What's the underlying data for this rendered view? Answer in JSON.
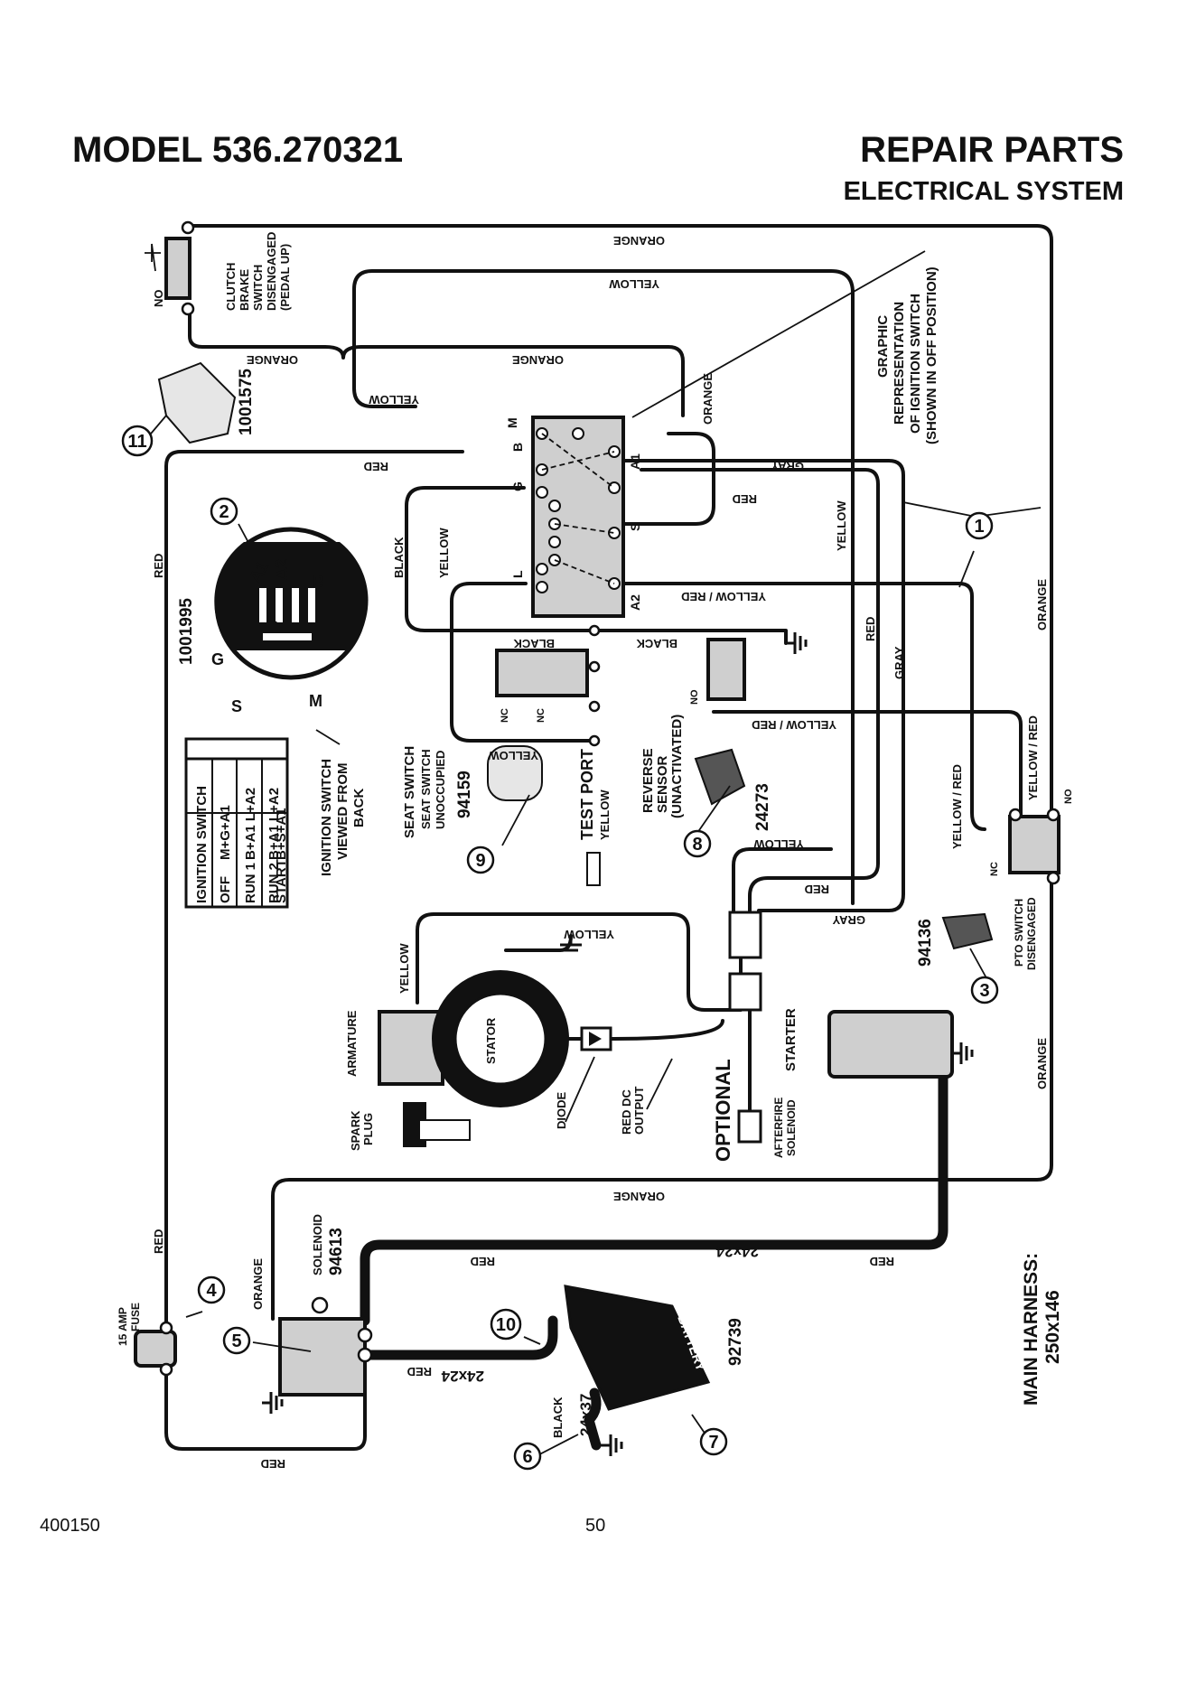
{
  "header": {
    "model": "MODEL 536.270321",
    "title": "REPAIR PARTS",
    "subtitle": "ELECTRICAL SYSTEM"
  },
  "footer": {
    "code": "400150",
    "page": "50"
  },
  "labels": {
    "clutch": [
      "CLUTCH",
      "BRAKE",
      "SWITCH",
      "DISENGAGED",
      "(PEDAL UP)"
    ],
    "no": "NO",
    "nc": "NC",
    "part_1001575": "1001575",
    "part_1001995": "1001995",
    "part_94159": "94159",
    "part_24273": "24273",
    "part_94136": "94136",
    "part_94613": "94613",
    "part_92739": "92739",
    "graphic_rep": [
      "GRAPHIC",
      "REPRESENTATION",
      "OF IGNITION SWITCH",
      "(SHOWN IN OFF POSITION)"
    ],
    "ign_viewed": [
      "IGNITION SWITCH",
      "VIEWED FROM",
      "BACK"
    ],
    "seat_switch": [
      "SEAT SWITCH",
      "SEAT SWITCH",
      "UNOCCUPIED"
    ],
    "test_port": "TEST PORT",
    "reverse": [
      "REVERSE",
      "SENSOR",
      "(UNACTIVATED)"
    ],
    "pto": [
      "PTO SWITCH",
      "DISENGAGED"
    ],
    "armature": "ARMATURE",
    "stator": "STATOR",
    "spark_plug": [
      "SPARK",
      "PLUG"
    ],
    "diode": "DIODE",
    "red_dc": [
      "RED DC",
      "OUTPUT"
    ],
    "optional": "OPTIONAL",
    "afterfire": [
      "AFTERFIRE",
      "SOLENOID"
    ],
    "starter": "STARTER",
    "solenoid": "SOLENOID",
    "fuse": [
      "15 AMP",
      "FUSE"
    ],
    "battery": "BATTERY",
    "harness": [
      "MAIN HARNESS:",
      "250x146"
    ],
    "cable_24x24": "24x24",
    "cable_24x37": "24x37",
    "terminals": {
      "m": "M",
      "b": "B",
      "g": "G",
      "l": "L",
      "s": "S",
      "a1": "A1",
      "a2": "A2"
    }
  },
  "wire_colors": {
    "orange": "ORANGE",
    "yellow": "YELLOW",
    "red": "RED",
    "black": "BLACK",
    "gray": "GRAY",
    "yellow_red": "YELLOW / RED"
  },
  "ignition_table": {
    "title": "IGNITION SWITCH",
    "rows": [
      {
        "pos": "OFF",
        "conn": "M+G+A1"
      },
      {
        "pos": "RUN 1",
        "conn": "B+A1   L+A2"
      },
      {
        "pos": "RUN 2",
        "conn": "B+A1   L+A2"
      },
      {
        "pos": "START",
        "conn": "B+S+A1"
      }
    ]
  },
  "callouts": [
    "1",
    "2",
    "3",
    "4",
    "5",
    "6",
    "7",
    "8",
    "9",
    "10",
    "11"
  ]
}
